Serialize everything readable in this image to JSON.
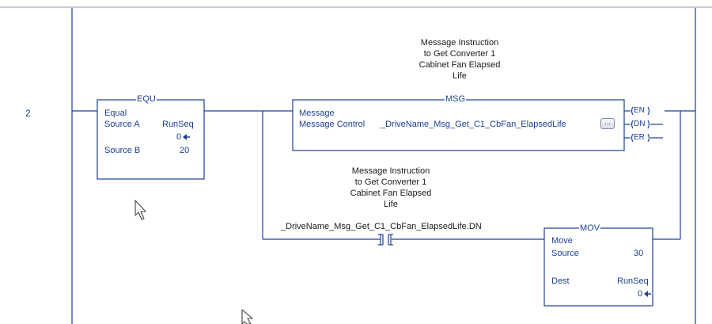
{
  "rung": {
    "number": "2"
  },
  "equ": {
    "title": "EQU",
    "name": "Equal",
    "source_a_label": "Source A",
    "source_a_tag": "RunSeq",
    "source_a_value": "0",
    "source_b_label": "Source B",
    "source_b_value": "20"
  },
  "msg": {
    "comment": [
      "Message Instruction",
      "to Get Converter 1",
      "Cabinet Fan Elapsed",
      "Life"
    ],
    "title": "MSG",
    "name": "Message",
    "control_label": "Message Control",
    "control_tag": "_DriveName_Msg_Get_C1_CbFan_ElapsedLife",
    "ellipsis": "...",
    "outputs": [
      "EN",
      "DN",
      "ER"
    ]
  },
  "xic": {
    "comment": [
      "Message Instruction",
      "to Get Converter 1",
      "Cabinet Fan Elapsed",
      "Life"
    ],
    "tag": "_DriveName_Msg_Get_C1_CbFan_ElapsedLife.DN"
  },
  "mov": {
    "title": "MOV",
    "name": "Move",
    "source_label": "Source",
    "source_value": "30",
    "dest_label": "Dest",
    "dest_tag": "RunSeq",
    "dest_value": "0"
  },
  "colors": {
    "wire": "#1c3f94",
    "text": "#1c3f94"
  }
}
